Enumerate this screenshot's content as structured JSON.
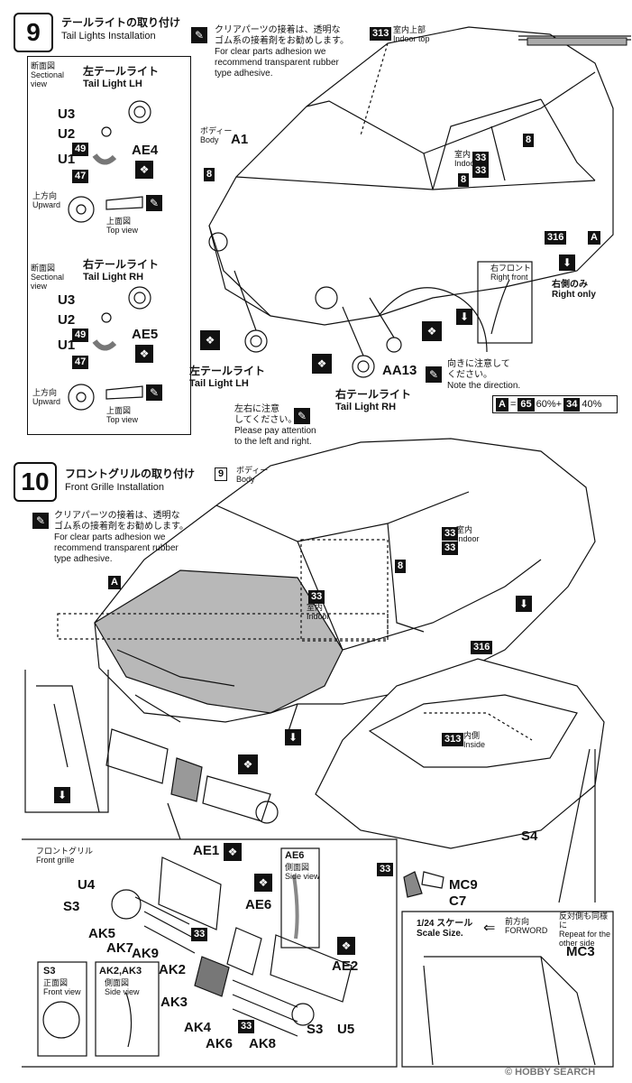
{
  "step9": {
    "number": "9",
    "title_jp": "テールライトの取り付け",
    "title_en": "Tail Lights Installation",
    "note_jp_1": "クリアパーツの接着は、透明な",
    "note_jp_2": "ゴム系の接着剤をお勧めします。",
    "note_en_1": "For clear parts adhesion we",
    "note_en_2": "recommend transparent rubber",
    "note_en_3": "type adhesive.",
    "inset": {
      "section_jp": "断面図",
      "section_en": "Sectional view",
      "lh_jp": "左テールライト",
      "lh_en": "Tail Light  LH",
      "rh_jp": "右テールライト",
      "rh_en": "Tail Light  RH",
      "parts": [
        "U3",
        "U2",
        "U1",
        "AE4",
        "AE5"
      ],
      "tags": [
        "49",
        "47"
      ],
      "upward_jp": "上方向",
      "upward_en": "Upward",
      "topview_jp": "上面図",
      "topview_en": "Top view"
    },
    "body_jp": "ボディー",
    "body_en": "Body",
    "body_part": "A1",
    "tag_8": "8",
    "tag_313": "313",
    "indoor_top_jp": "室内上部",
    "indoor_top_en": "Indoor top",
    "indoor_jp": "室内",
    "indoor_en": "Indoor",
    "tag_33": "33",
    "tag_316": "316",
    "tag_A": "A",
    "right_front_jp": "右フロント",
    "right_front_en": "Right front",
    "right_only_jp": "右側のみ",
    "right_only_en": "Right only",
    "tail_lh_jp": "左テールライト",
    "tail_lh_en": "Tail Light  LH",
    "tail_rh_jp": "右テールライト",
    "tail_rh_en": "Tail Light  RH",
    "aa13": "AA13",
    "direction_jp_1": "向きに注意して",
    "direction_jp_2": "ください。",
    "direction_en": "Note the direction.",
    "attention_jp_1": "左右に注意",
    "attention_jp_2": "してください。",
    "attention_en_1": "Please pay attention",
    "attention_en_2": "to the left and right.",
    "color_mix": {
      "label": "A",
      "c1": "65",
      "p1": "60%+",
      "c2": "34",
      "p2": "40%"
    }
  },
  "step10": {
    "number": "10",
    "title_jp": "フロントグリルの取り付け",
    "title_en": "Front Grille Installation",
    "note_jp_1": "クリアパーツの接着は、透明な",
    "note_jp_2": "ゴム系の接着剤をお勧めします。",
    "note_en_1": "For clear parts adhesion we",
    "note_en_2": "recommend transparent rubber",
    "note_en_3": "type adhesive.",
    "body_tag": "9",
    "body_jp": "ボディー",
    "body_en": "Body",
    "tag_A": "A",
    "tag_8": "8",
    "tag_33": "33",
    "indoor_jp": "室内",
    "indoor_en": "Indoor",
    "tag_316": "316",
    "tag_313": "313",
    "inside_jp": "内側",
    "inside_en": "Inside",
    "s4": "S4",
    "mc9": "MC9",
    "c7": "C7",
    "mc3": "MC3",
    "scale_jp": "1/24 スケール",
    "scale_en": "Scale Size.",
    "forword_jp": "前方向",
    "forword_en": "FORWORD",
    "repeat_jp": "反対側も同様に",
    "repeat_en_1": "Repeat for the",
    "repeat_en_2": "other side",
    "grille_jp": "フロントグリル",
    "grille_en": "Front grille",
    "parts": [
      "AE1",
      "U4",
      "S3",
      "AK5",
      "AK7",
      "AK9",
      "AE6",
      "AE2",
      "AK2",
      "AK3",
      "AK4",
      "AK6",
      "AK8",
      "S3",
      "U5"
    ],
    "ae6_side_jp": "側面図",
    "ae6_side_en": "Side view",
    "s3_front_jp": "正面図",
    "s3_front_en": "Front view",
    "ak23": "AK2,AK3",
    "ak23_side_jp": "側面図",
    "ak23_side_en": "Side view"
  },
  "watermark": "© HOBBY SEARCH"
}
